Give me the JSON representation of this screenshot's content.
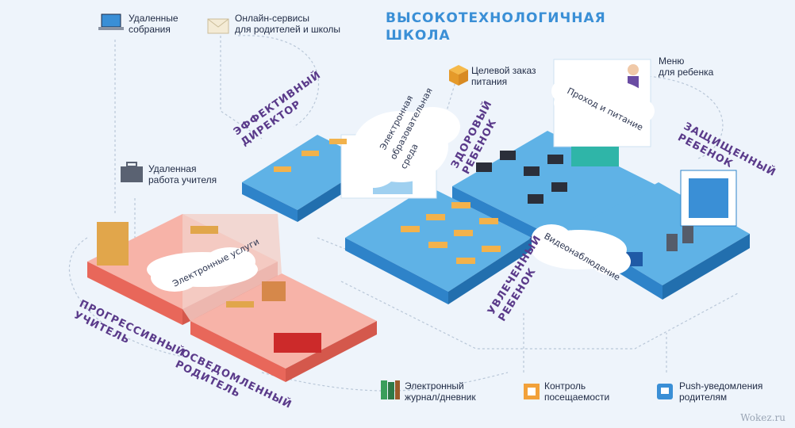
{
  "title": [
    "ВЫСОКОТЕХНОЛОГИЧНАЯ",
    "ШКОЛА"
  ],
  "top_labels": {
    "remote_meetings": [
      "Удаленные",
      "собрания"
    ],
    "online_services": [
      "Онлайн-сервисы",
      "для родителей и школы"
    ],
    "meal_order": [
      "Целевой заказ",
      "питания"
    ],
    "child_menu": [
      "Меню",
      "для ребенка"
    ],
    "teacher_remote": [
      "Удаленная",
      "работа учителя"
    ]
  },
  "zones": {
    "director": [
      "ЭФФЕКТИВНЫЙ",
      "ДИРЕКТОР"
    ],
    "healthy_child": [
      "ЗДОРОВЫЙ",
      "РЕБЕНОК"
    ],
    "protected_child": [
      "ЗАЩИЩЕННЫЙ",
      "РЕБЕНОК"
    ],
    "progressive_teacher": [
      "ПРОГРЕССИВНЫЙ",
      "УЧИТЕЛЬ"
    ],
    "informed_parent": [
      "ОСВЕДОМЛЕННЫЙ",
      "РОДИТЕЛЬ"
    ],
    "engaged_child": [
      "УВЛЕЧЕННЫЙ",
      "РЕБЕНОК"
    ]
  },
  "clouds": {
    "e_services": "Электронные услуги",
    "edu_env": [
      "Электронная",
      "образовательная",
      "среда"
    ],
    "access_food": "Проход и питание",
    "video": "Видеонаблюдение"
  },
  "bottom_labels": {
    "journal": [
      "Электронный",
      "журнал/дневник"
    ],
    "attendance": [
      "Контроль",
      "посещаемости"
    ],
    "push": [
      "Push-уведомления",
      "родителям"
    ]
  },
  "watermark": "Wokez.ru",
  "colors": {
    "blue_floor": "#5fb2e6",
    "blue_side": "#2e83c9",
    "pink_floor": "#f7b3a8",
    "pink_side": "#e8675a",
    "title": "#3a8fd6",
    "zone_text": "#5a3a8a"
  }
}
